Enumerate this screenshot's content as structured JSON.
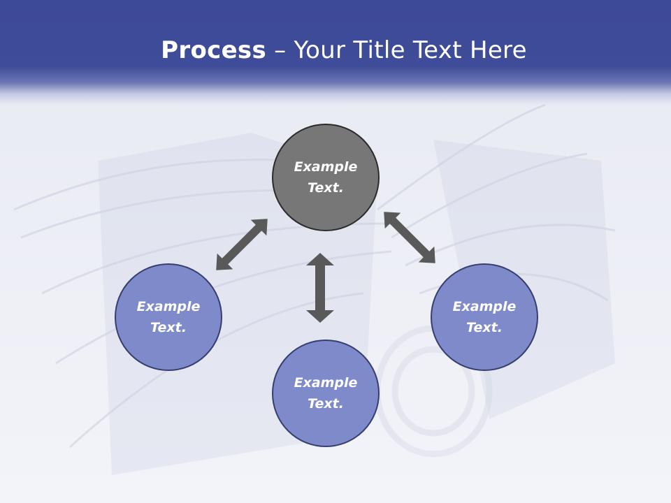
{
  "slide": {
    "title_bold": "Process",
    "title_rest": " – Your Title Text Here"
  },
  "diagram": {
    "top": "Example\nText.",
    "left": "Example\nText.",
    "bottom": "Example\nText.",
    "right": "Example\nText."
  },
  "colors": {
    "title_bar": "#3f4c99",
    "center_node": "#777777",
    "outer_nodes": "#7f8acb",
    "arrows": "#595959"
  }
}
